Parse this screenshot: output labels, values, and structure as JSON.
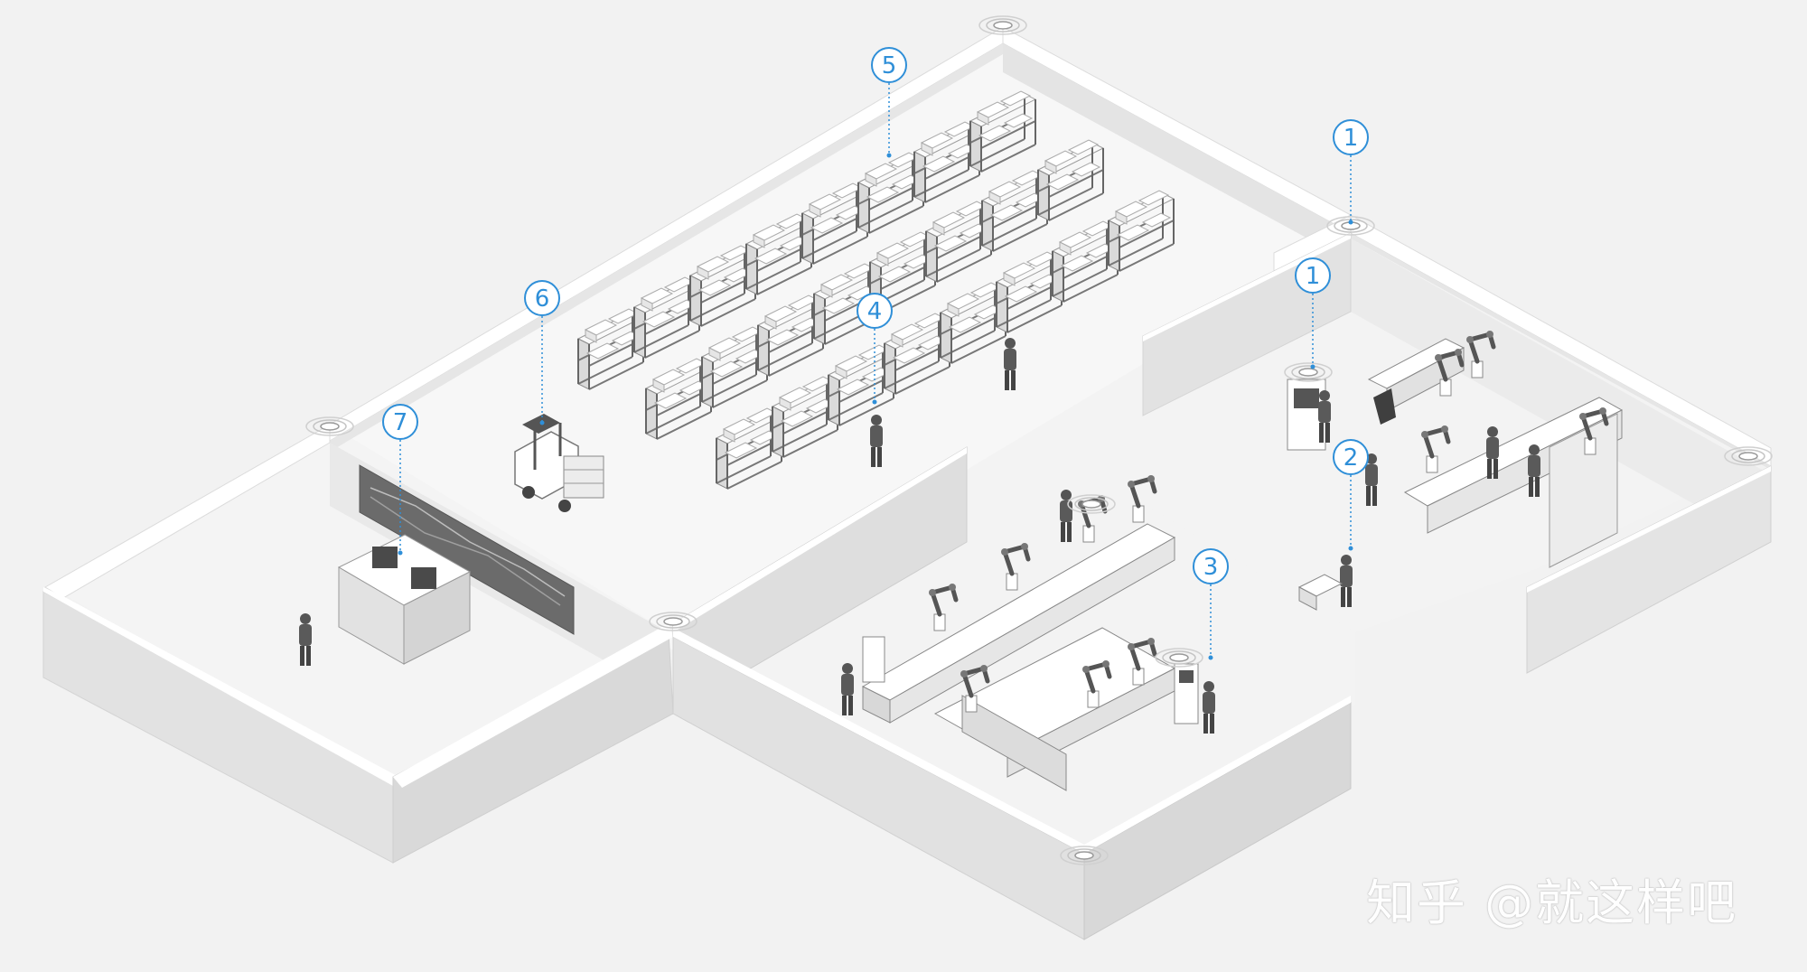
{
  "diagram": {
    "callouts": [
      {
        "id": "1a",
        "label": "1"
      },
      {
        "id": "1b",
        "label": "1"
      },
      {
        "id": "2",
        "label": "2"
      },
      {
        "id": "3",
        "label": "3"
      },
      {
        "id": "4",
        "label": "4"
      },
      {
        "id": "5",
        "label": "5"
      },
      {
        "id": "6",
        "label": "6"
      },
      {
        "id": "7",
        "label": "7"
      }
    ],
    "colors": {
      "accent": "#2f8fd8",
      "wall_top": "#ffffff",
      "wall_side": "#e2e2e2",
      "floor": "#f4f4f4",
      "machine": "#ffffff",
      "dark": "#555555"
    }
  },
  "watermark": {
    "text": "知乎 @就这样吧"
  }
}
